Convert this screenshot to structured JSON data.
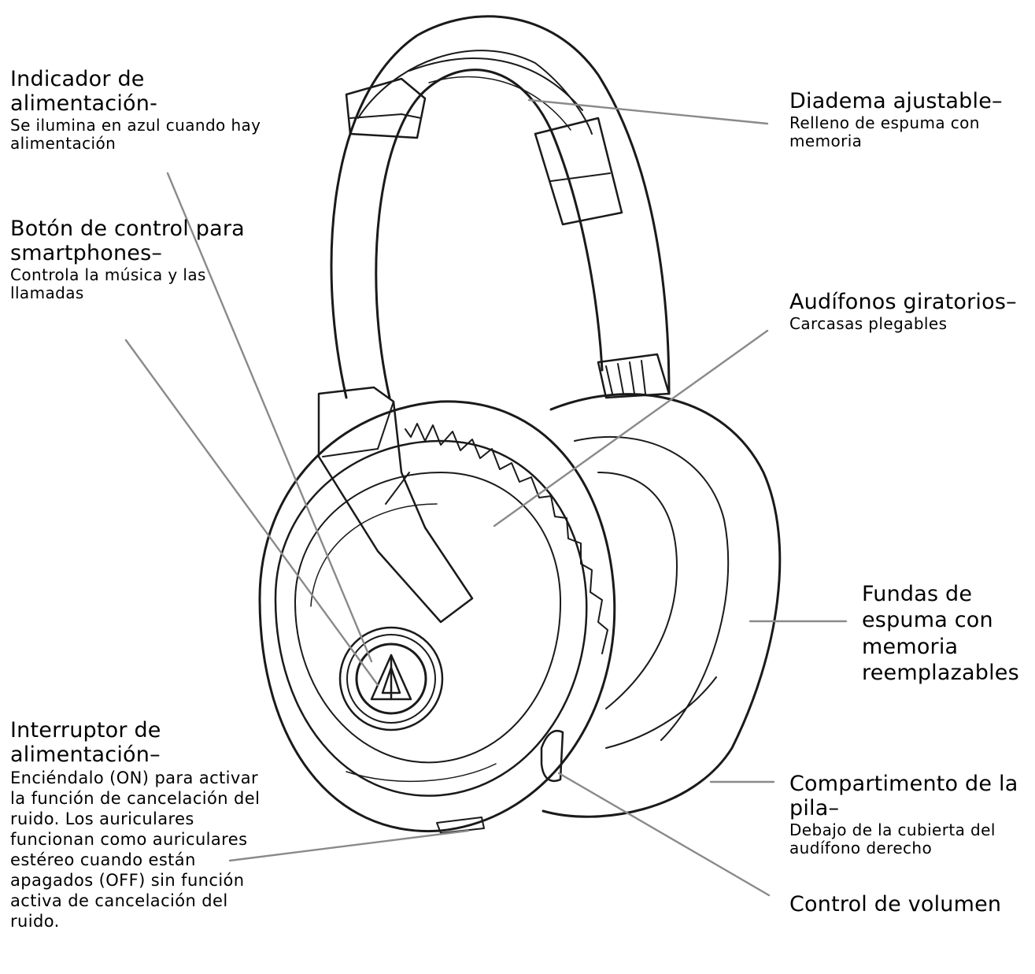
{
  "callouts": {
    "indicador": {
      "title": "Indicador de alimentación-",
      "desc": "Se ilumina en azul cuando hay alimentación"
    },
    "boton": {
      "title": "Botón de control para smartphones–",
      "desc": "Controla la música y las llamadas"
    },
    "interruptor": {
      "title": "Interruptor de alimentación–",
      "desc": "Enciéndalo (ON) para activar la función de cancelación del ruido. Los auriculares funcionan como auriculares estéreo cuando están apagados (OFF) sin función activa de cancelación del ruido."
    },
    "diadema": {
      "title": "Diadema ajustable–",
      "desc": "Relleno de espuma con memoria"
    },
    "audifonos": {
      "title": "Audífonos giratorios–",
      "desc": "Carcasas plegables"
    },
    "fundas": {
      "title": "Fundas de espuma con memoria reemplazables"
    },
    "compartimento": {
      "title": "Compartimento de la pila–",
      "desc": "Debajo de la cubierta del audífono derecho"
    },
    "volumen": {
      "title": "Control de volumen"
    }
  },
  "colors": {
    "outline": "#1a1a1a",
    "leader": "#8a8a8a"
  }
}
